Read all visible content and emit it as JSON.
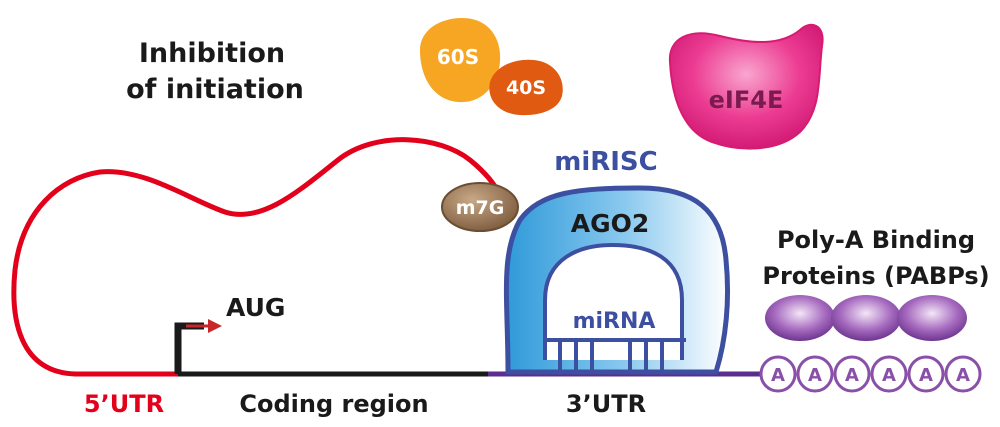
{
  "labels": {
    "inhibition_line1": "Inhibition",
    "inhibition_line2": "of initiation",
    "ribosome_60s": "60S",
    "ribosome_40s": "40S",
    "eif4e": "eIF4E",
    "mirisc": "miRISC",
    "m7g": "m7G",
    "ago2": "AGO2",
    "mirna": "miRNA",
    "aug": "AUG",
    "pabp_line1": "Poly-A Binding",
    "pabp_line2": "Proteins (PABPs)",
    "utr5": "5’UTR",
    "coding_region": "Coding region",
    "utr3": "3’UTR"
  },
  "poly_a": [
    "A",
    "A",
    "A",
    "A",
    "A",
    "A"
  ],
  "pabp_count": 3,
  "colors": {
    "utr5": "#e3001b",
    "coding": "#1a1a1a",
    "utr3": "#5b2d8e",
    "ribosome_60s": "#f6a623",
    "ribosome_40s": "#e05a12",
    "eif4e": "#e6177a",
    "mirisc": "#3c4fa0",
    "ago2_fill": "#3aa0dc",
    "m7g": "#9b7d5c",
    "pabp": "#8a4fa8",
    "aug_arrow": "#c9262c"
  }
}
